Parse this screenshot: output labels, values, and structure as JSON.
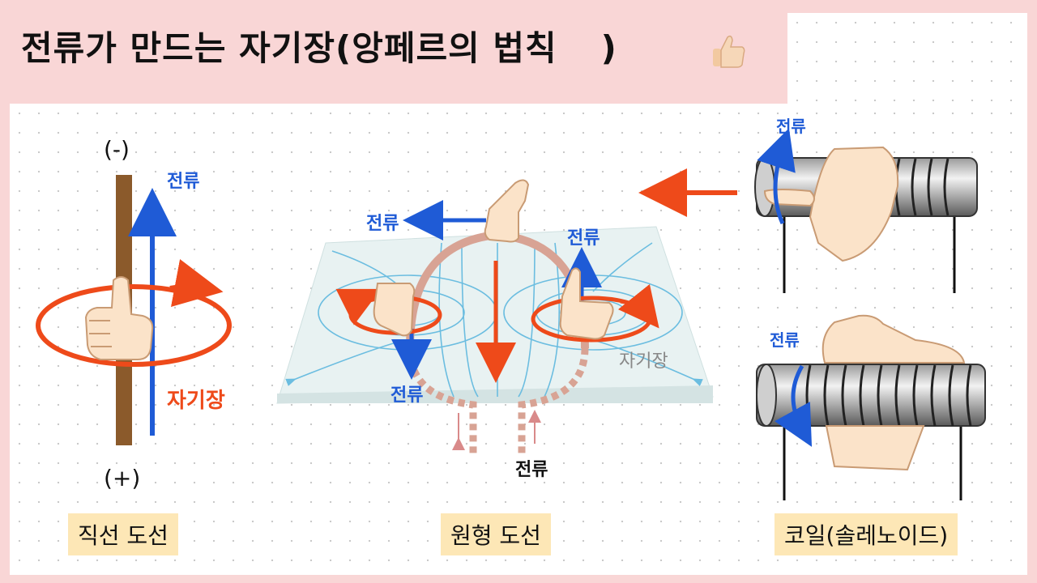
{
  "title": "전류가 만드는 자기장(앙페르의 법칙",
  "title_end": ")",
  "straight": {
    "minus": "(-)",
    "plus": "(+)",
    "current": "전류",
    "field": "자기장",
    "label": "직선 도선"
  },
  "circular": {
    "current_top": "전류",
    "current_right": "전류",
    "current_bottom_left": "전류",
    "current_bottom": "전류",
    "field": "자기장",
    "label": "원형 도선"
  },
  "coil": {
    "current_top": "전류",
    "current_bottom": "전류",
    "label": "코일(솔레노이드)"
  },
  "colors": {
    "background": "#f9d6d6",
    "blue": "#1f5bd6",
    "orange": "#ee4a1a",
    "label_bg": "#fde7b6",
    "field_lines": "#6bbde0"
  }
}
